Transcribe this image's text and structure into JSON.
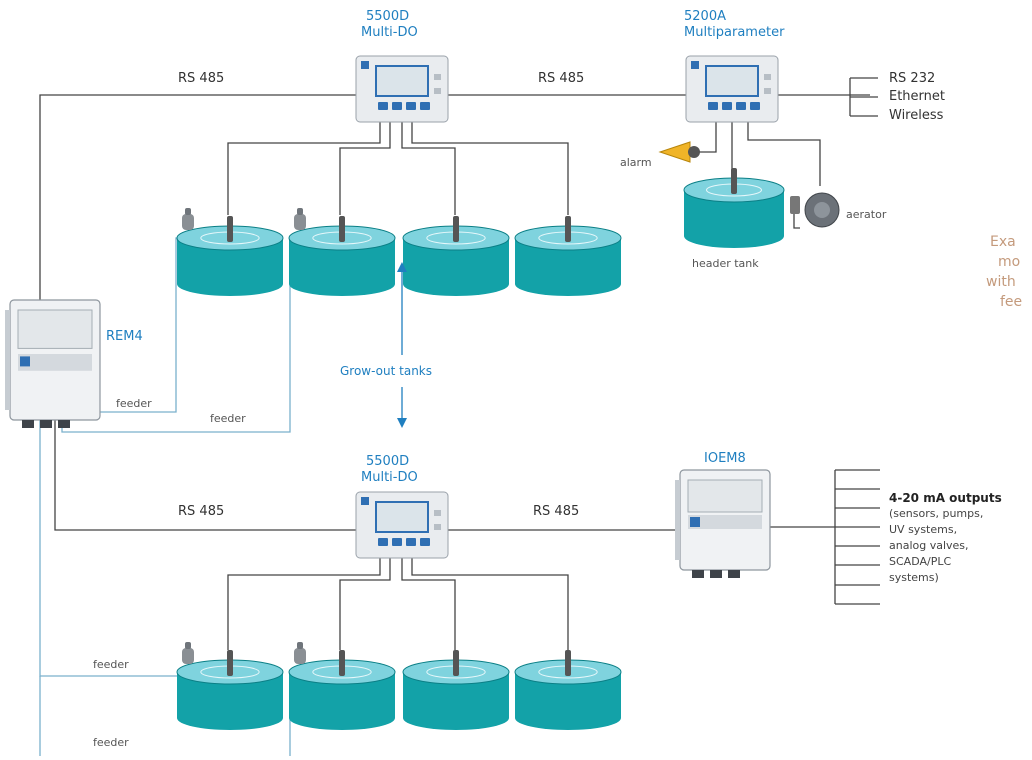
{
  "devices": {
    "multi_do_top": {
      "model": "5500D",
      "type": "Multi-DO"
    },
    "multiparameter": {
      "model": "5200A",
      "type": "Multiparameter"
    },
    "rem4": {
      "model": "REM4"
    },
    "multi_do_bottom": {
      "model": "5500D",
      "type": "Multi-DO"
    },
    "ioem8": {
      "model": "IOEM8"
    }
  },
  "links": {
    "rs485_left_top": "RS 485",
    "rs485_mid_top": "RS 485",
    "rs485_left_bottom": "RS 485",
    "rs485_mid_bottom": "RS 485"
  },
  "comm_outputs": [
    "RS 232",
    "Ethernet",
    "Wireless"
  ],
  "labels": {
    "alarm": "alarm",
    "aerator": "aerator",
    "header_tank": "header tank",
    "grow_out_tanks": "Grow-out tanks",
    "feeder": "feeder"
  },
  "analog_outputs": {
    "title": "4-20 mA outputs",
    "lines": [
      "(sensors, pumps,",
      "UV systems,",
      "analog valves,",
      "SCADA/PLC",
      "systems)"
    ]
  },
  "side_note": [
    "Exa",
    "mo",
    "with",
    "fee"
  ],
  "colors": {
    "tank": "#13a2a8",
    "tank_dark": "#0b7f86",
    "tank_top": "#7fd3de",
    "line": "#444444",
    "feeder_line": "#7ab0cc",
    "accent_blue": "#1f7fc0",
    "side_note": "#c49a7c",
    "device_body": "#e9ecef",
    "screen": "#2f6fb3"
  }
}
